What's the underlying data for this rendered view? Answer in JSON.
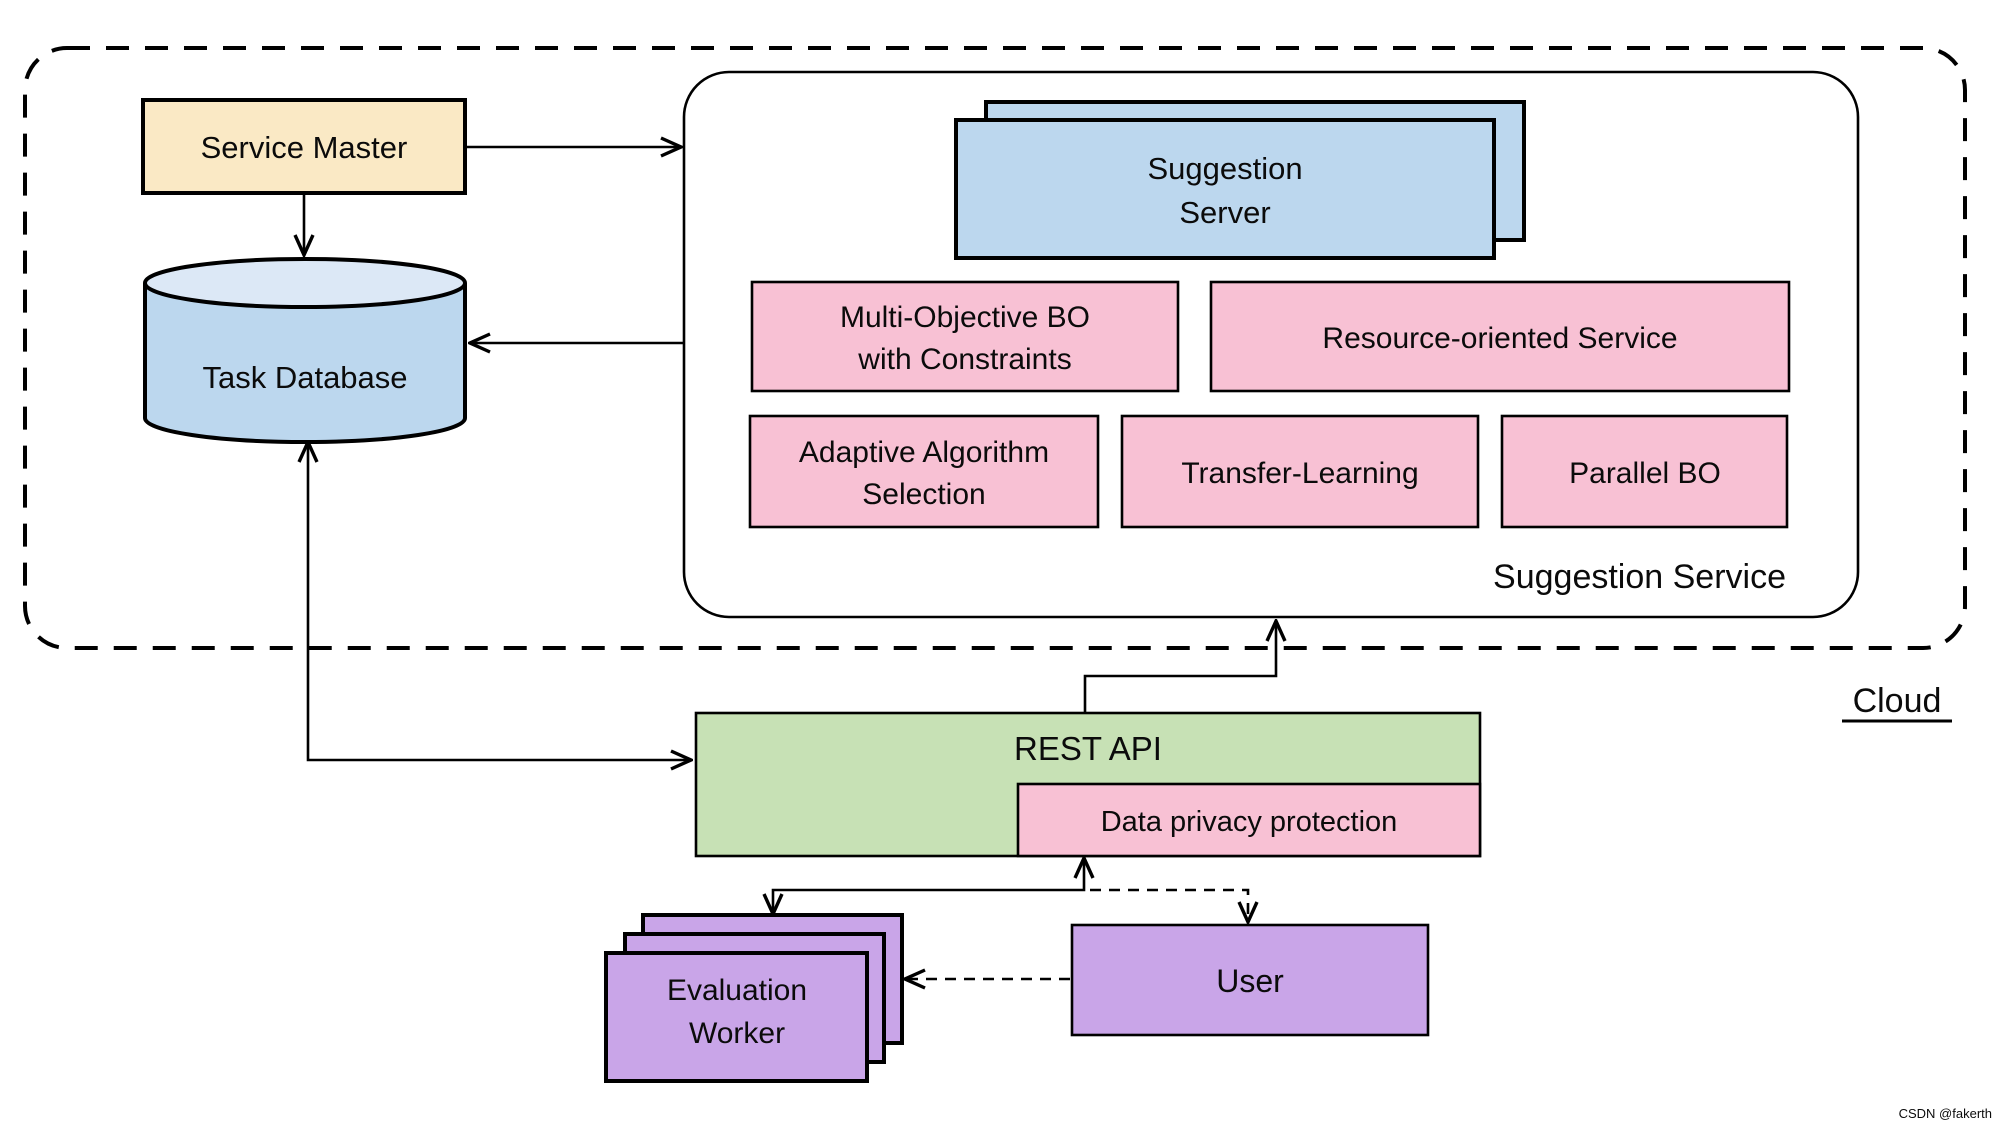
{
  "colors": {
    "cream": "#FAE9C5",
    "blue": "#BCD7EE",
    "blue_light": "#DCE8F6",
    "pink": "#F8C1D4",
    "green": "#C7E1B5",
    "purple": "#C9A5E8",
    "white": "#FFFFFF",
    "stroke": "#000000",
    "watermark_color": "#B7B2BE"
  },
  "cloud": {
    "label": "Cloud"
  },
  "service_master": {
    "label": "Service Master"
  },
  "task_database": {
    "label": "Task Database"
  },
  "suggestion_service": {
    "label": "Suggestion Service",
    "server": {
      "line1": "Suggestion",
      "line2": "Server"
    },
    "modules": {
      "multi_objective": {
        "line1": "Multi-Objective BO",
        "line2": "with Constraints"
      },
      "resource_oriented": {
        "label": "Resource-oriented Service"
      },
      "adaptive": {
        "line1": "Adaptive Algorithm",
        "line2": "Selection"
      },
      "transfer": {
        "label": "Transfer-Learning"
      },
      "parallel": {
        "label": "Parallel BO"
      }
    }
  },
  "rest_api": {
    "label": "REST API",
    "privacy": "Data privacy protection"
  },
  "evaluation_worker": {
    "line1": "Evaluation",
    "line2": "Worker"
  },
  "user": {
    "label": "User"
  },
  "watermark": "CSDN @fakerth"
}
